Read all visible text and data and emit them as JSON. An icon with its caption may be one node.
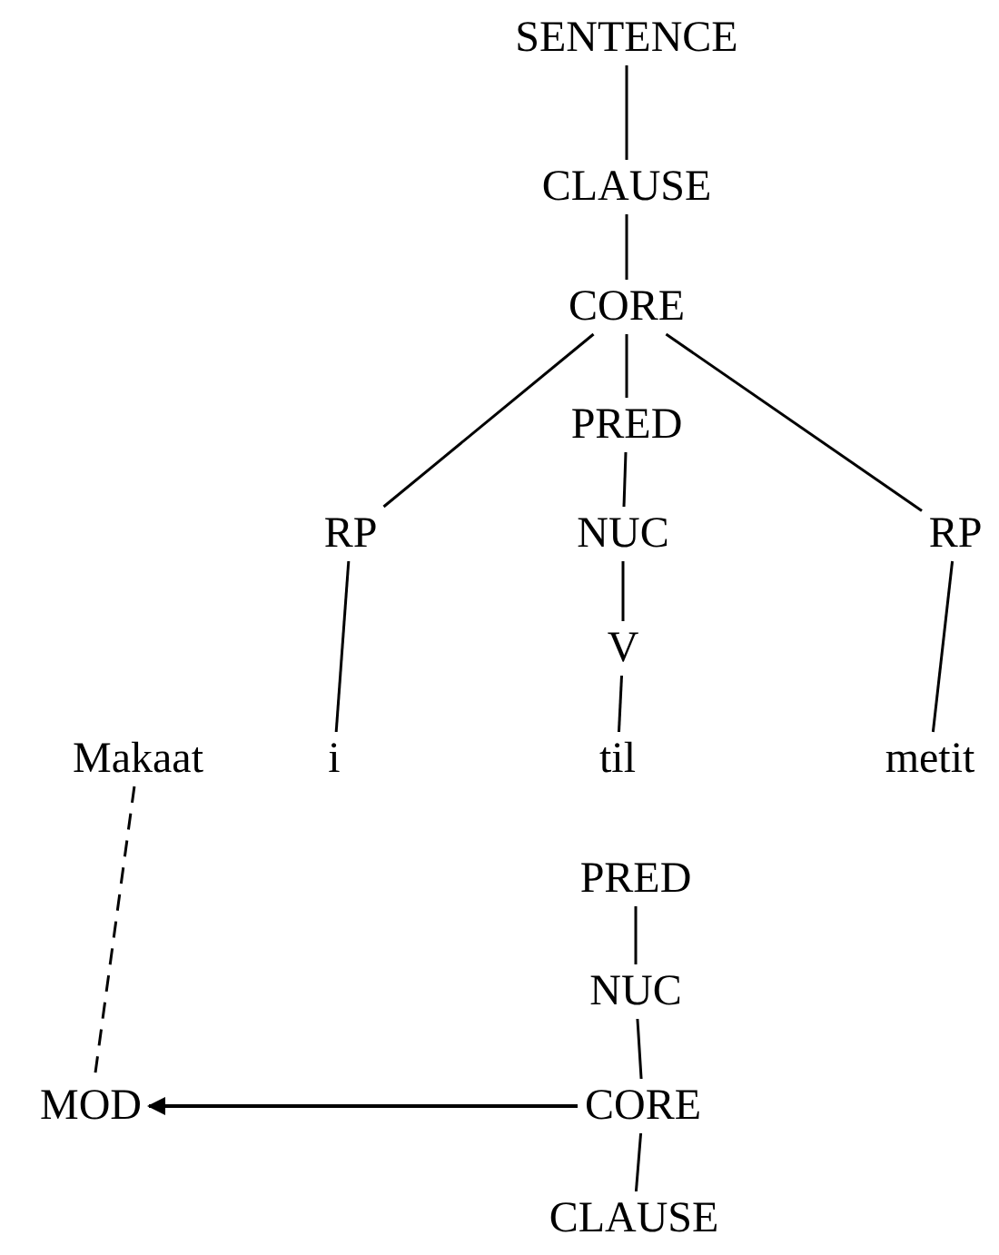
{
  "diagram": {
    "nodes": [
      {
        "text": [
          "SENTENCE"
        ]
      },
      {
        "text": [
          "CLAUSE"
        ]
      },
      {
        "text": [
          "CORE"
        ]
      },
      {
        "text": [
          "PRED"
        ]
      },
      {
        "text": [
          "RP"
        ]
      },
      {
        "text": [
          "NUC"
        ]
      },
      {
        "text": [
          "RP"
        ]
      },
      {
        "text": [
          "V"
        ]
      },
      {
        "text": [
          "Makaat"
        ]
      },
      {
        "text": [
          "i"
        ]
      },
      {
        "text": [
          "til"
        ]
      },
      {
        "text": [
          "metit"
        ]
      },
      {
        "text": [
          "PRED"
        ]
      },
      {
        "text": [
          "NUC"
        ]
      },
      {
        "text": [
          "CORE"
        ]
      },
      {
        "text": [
          "MOD"
        ]
      },
      {
        "text": [
          "CLAUSE"
        ]
      }
    ],
    "edges": [
      {
        "from": 0,
        "to": 1,
        "arrow": "none"
      },
      {
        "from": 1,
        "to": 2,
        "arrow": "none"
      },
      {
        "from": 2,
        "to": 4,
        "arrow": "none"
      },
      {
        "from": 2,
        "to": 3,
        "arrow": "none"
      },
      {
        "from": 2,
        "to": 6,
        "arrow": "none"
      },
      {
        "from": 3,
        "to": 5,
        "arrow": "none"
      },
      {
        "from": 4,
        "to": 9,
        "arrow": "none"
      },
      {
        "from": 5,
        "to": 7,
        "arrow": "none"
      },
      {
        "from": 7,
        "to": 10,
        "arrow": "none"
      },
      {
        "from": 6,
        "to": 11,
        "arrow": "none"
      },
      {
        "from": 8,
        "to": 15,
        "arrow": "none",
        "style": "dashed"
      },
      {
        "from": 12,
        "to": 13,
        "arrow": "none"
      },
      {
        "from": 13,
        "to": 14,
        "arrow": "none"
      },
      {
        "from": 14,
        "to": 15,
        "arrow": "to"
      },
      {
        "from": 14,
        "to": 16,
        "arrow": "none"
      }
    ]
  }
}
